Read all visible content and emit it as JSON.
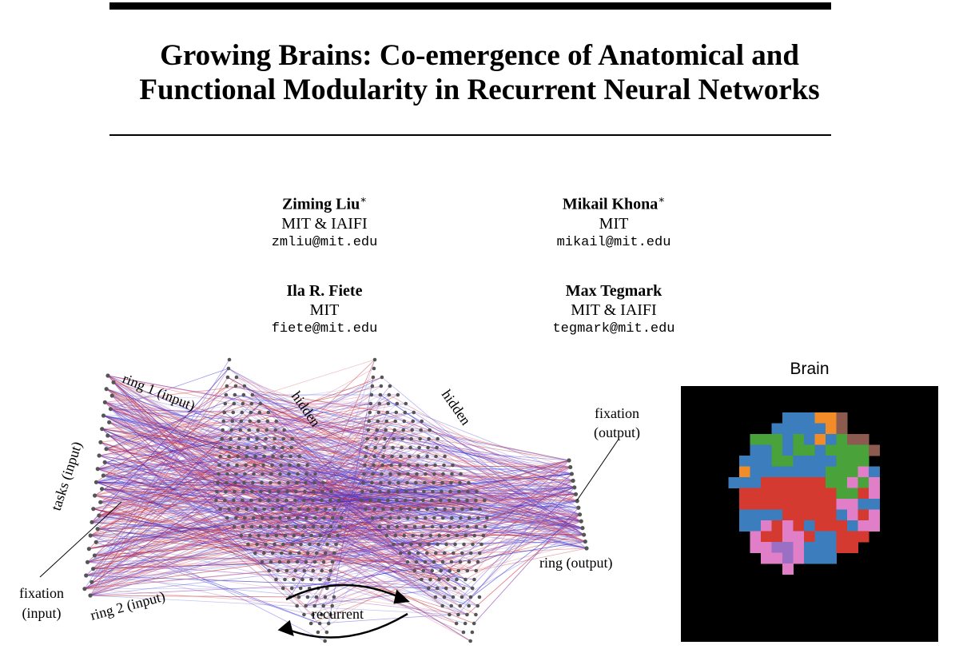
{
  "title_line1": "Growing Brains: Co-emergence of Anatomical and",
  "title_line2": "Functional Modularity in Recurrent Neural Networks",
  "authors": [
    {
      "name": "Ziming Liu",
      "mark": "∗",
      "affiliation": "MIT & IAIFI",
      "email": "zmliu@mit.edu"
    },
    {
      "name": "Mikail Khona",
      "mark": "∗",
      "affiliation": "MIT",
      "email": "mikail@mit.edu"
    },
    {
      "name": "Ila R. Fiete",
      "mark": "",
      "affiliation": "MIT",
      "email": "fiete@mit.edu"
    },
    {
      "name": "Max Tegmark",
      "mark": "",
      "affiliation": "MIT & IAIFI",
      "email": "tegmark@mit.edu"
    }
  ],
  "figure": {
    "labels": {
      "ring1_input": "ring 1 (input)",
      "tasks_input": "tasks (input)",
      "hidden1": "hidden",
      "hidden2": "hidden",
      "fixation_output_1": "fixation",
      "fixation_output_2": "(output)",
      "ring_output": "ring (output)",
      "fixation_input_1": "fixation",
      "fixation_input_2": "(input)",
      "ring2_input": "ring 2 (input)",
      "recurrent": "recurrent"
    },
    "brain_title": "Brain",
    "brain_palette": {
      "r": "#d43a2f",
      "b": "#3b7dbd",
      "g": "#4aa33a",
      "p": "#e07fc8",
      "o": "#f28c28",
      "n": "#8c5a4f",
      "v": "#9b6fc4"
    },
    "brain_grid": [
      "......bbboon......",
      ".....bbbbbon......",
      "...gggbgbobgnn....",
      "...bbgbggbggggn...",
      "..bbbggbbbbggg....",
      "..obbbbbbbgggpb...",
      ".bbbrrrrrrggpgp...",
      "..rrrrrrrrrggrp...",
      "..rrrrrrrrrppbb...",
      "..bbbbrrrrrbprp...",
      "..bbprprbrrrbpp...",
      "...prrpprbbrrr....",
      "...ppvvpbbbrr.....",
      "....ppvpbbb.......",
      "......p..........."
    ]
  }
}
